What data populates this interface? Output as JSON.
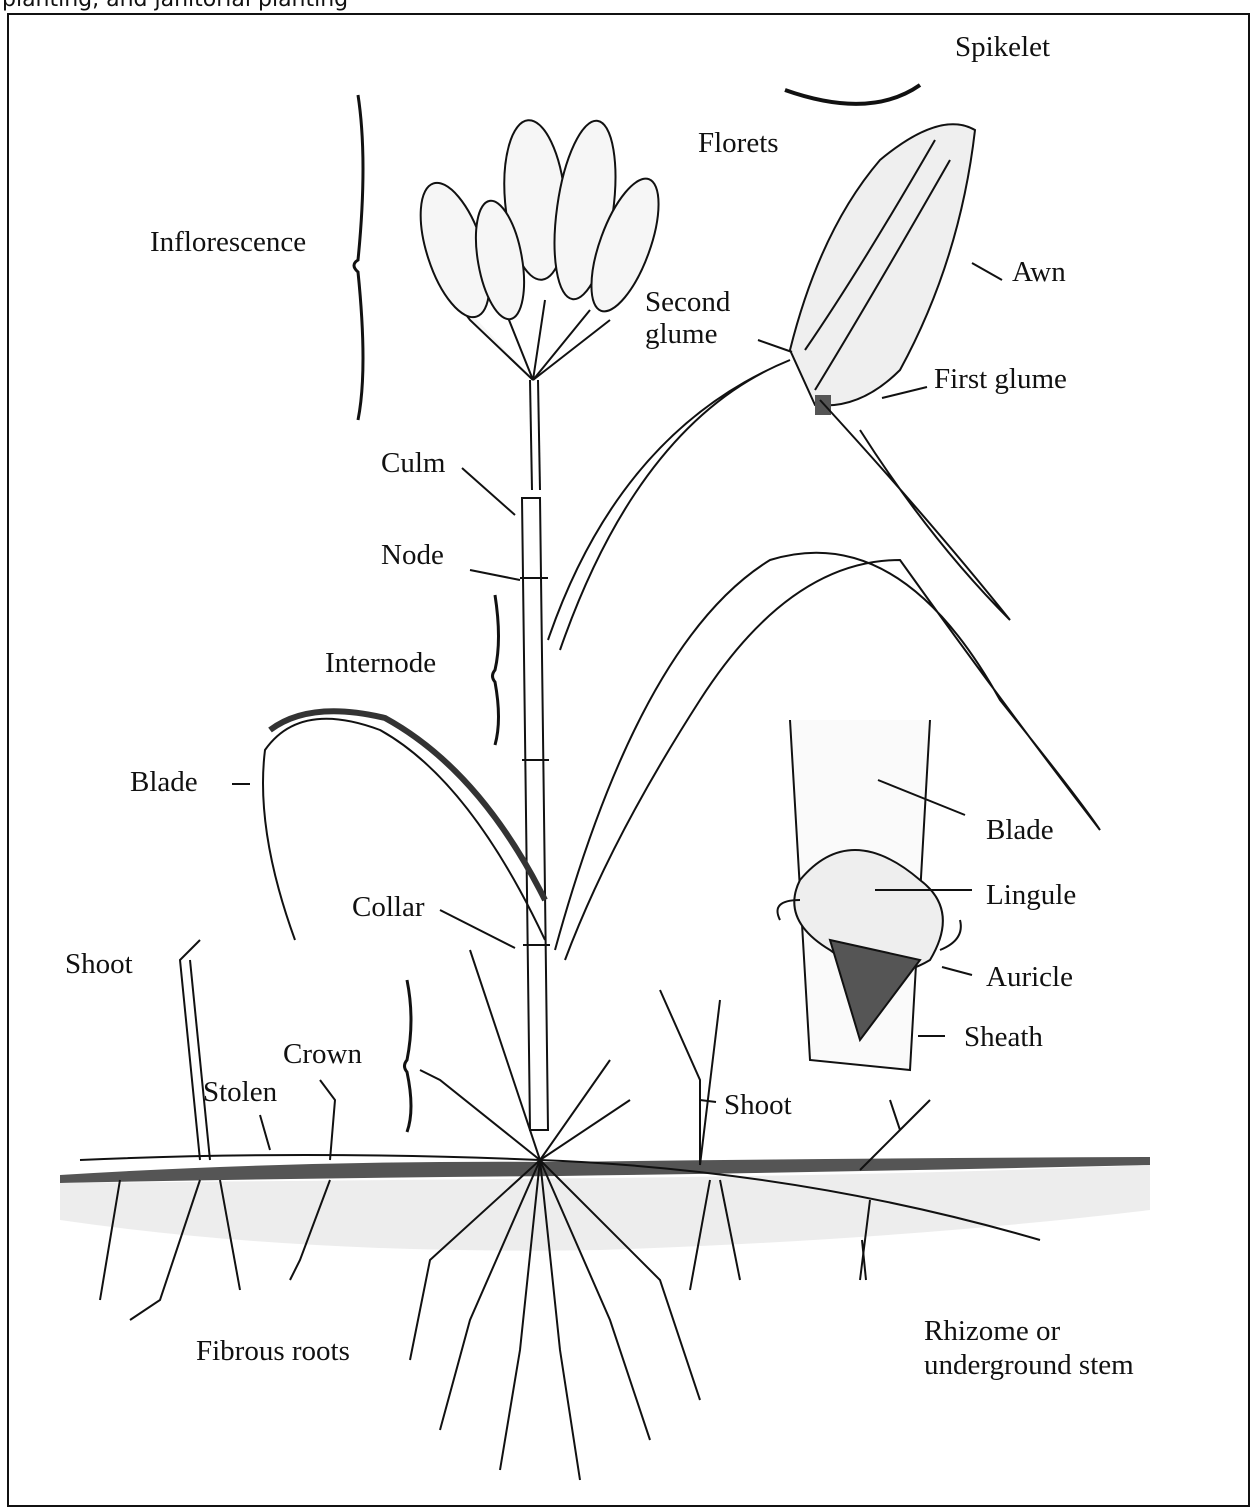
{
  "header_fragment": "planting, and janitorial planting",
  "labels": {
    "spikelet": "Spikelet",
    "florets": "Florets",
    "inflorescence": "Inflorescence",
    "awn": "Awn",
    "second_glume_1": "Second",
    "second_glume_2": "glume",
    "first_glume": "First glume",
    "culm": "Culm",
    "node": "Node",
    "internode": "Internode",
    "blade_left": "Blade",
    "blade_right": "Blade",
    "lingule": "Lingule",
    "collar": "Collar",
    "auricle": "Auricle",
    "shoot_left": "Shoot",
    "sheath": "Sheath",
    "crown": "Crown",
    "stolen": "Stolen",
    "shoot_right": "Shoot",
    "fibrous_roots": "Fibrous roots",
    "rhizome_1": "Rhizome or",
    "rhizome_2": "underground stem"
  }
}
